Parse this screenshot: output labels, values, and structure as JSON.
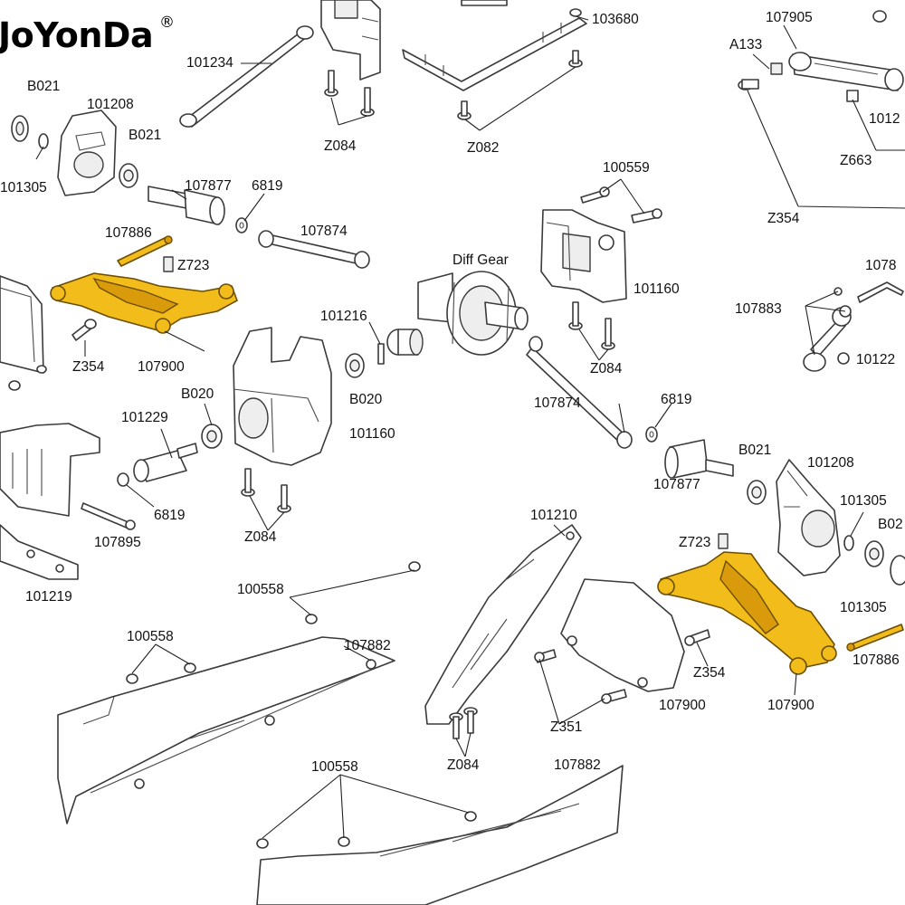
{
  "brand": {
    "name": "JoYonDa",
    "registered_mark": "®"
  },
  "diagram": {
    "type": "exploded-view parts diagram",
    "highlight_color": "#f2bc1a",
    "line_color": "#3a3a3a",
    "labels": {
      "l_101234": "101234",
      "l_z084_a": "Z084",
      "l_103680": "103680",
      "l_z082": "Z082",
      "l_107905": "107905",
      "l_a133": "A133",
      "l_1012_top": "1012",
      "l_z663": "Z663",
      "l_z354_top": "Z354",
      "l_b021_a": "B021",
      "l_101208_a": "101208",
      "l_b021_b": "B021",
      "l_101305_a": "101305",
      "l_107877_a": "107877",
      "l_6819_a": "6819",
      "l_100559": "100559",
      "l_107874_a": "107874",
      "l_107886_a": "107886",
      "l_z723_a": "Z723",
      "l_diff": "Diff Gear",
      "l_101160_a": "101160",
      "l_1078_right": "1078",
      "l_107883": "107883",
      "l_101216": "101216",
      "l_z354_a": "Z354",
      "l_107900_a": "107900",
      "l_z084_b": "Z084",
      "l_101225": "10122",
      "l_b020_a": "B020",
      "l_b020_b": "B020",
      "l_101229": "101229",
      "l_101160_b": "101160",
      "l_107874_b": "107874",
      "l_6819_b": "6819",
      "l_b021_c": "B021",
      "l_101208_b": "101208",
      "l_107877_b": "107877",
      "l_6819_c": "6819",
      "l_107895": "107895",
      "l_z084_c": "Z084",
      "l_101210": "101210",
      "l_101305_b": "101305",
      "l_b02_right": "B02",
      "l_z723_b": "Z723",
      "l_101219": "101219",
      "l_100558_a": "100558",
      "l_100558_b": "100558",
      "l_107882_a": "107882",
      "l_101305_c": "101305",
      "l_z354_b": "Z354",
      "l_107886_b": "107886",
      "l_z351": "Z351",
      "l_107900_b": "107900",
      "l_107900_c": "107900",
      "l_z084_d": "Z084",
      "l_100558_c": "100558",
      "l_107882_b": "107882"
    }
  }
}
